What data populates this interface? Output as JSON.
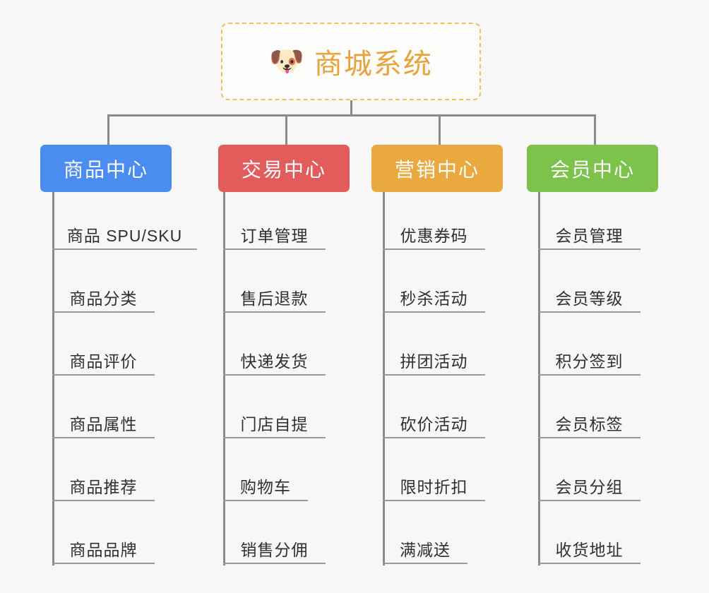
{
  "page": {
    "background_color": "#f7f7f7",
    "line_color": "#8a8a8a",
    "leaf_underline_color": "#9a9a9a",
    "leaf_text_color": "#2e3033"
  },
  "root": {
    "title": "商城系统",
    "icon": "dog-face-emoji",
    "icon_glyph": "🐶",
    "text_color": "#e8a33d",
    "border_color": "#f0c05a",
    "background_color": "#fdfdfc"
  },
  "columns": [
    {
      "title": "商品中心",
      "color": "#4a8cf0",
      "items": [
        "商品 SPU/SKU",
        "商品分类",
        "商品评价",
        "商品属性",
        "商品推荐",
        "商品品牌"
      ]
    },
    {
      "title": "交易中心",
      "color": "#e25c5c",
      "items": [
        "订单管理",
        "售后退款",
        "快递发货",
        "门店自提",
        "购物车",
        "销售分佣"
      ]
    },
    {
      "title": "营销中心",
      "color": "#eaa93e",
      "items": [
        "优惠券码",
        "秒杀活动",
        "拼团活动",
        "砍价活动",
        "限时折扣",
        "满减送"
      ]
    },
    {
      "title": "会员中心",
      "color": "#7cc24b",
      "items": [
        "会员管理",
        "会员等级",
        "积分签到",
        "会员标签",
        "会员分组",
        "收货地址"
      ]
    }
  ]
}
